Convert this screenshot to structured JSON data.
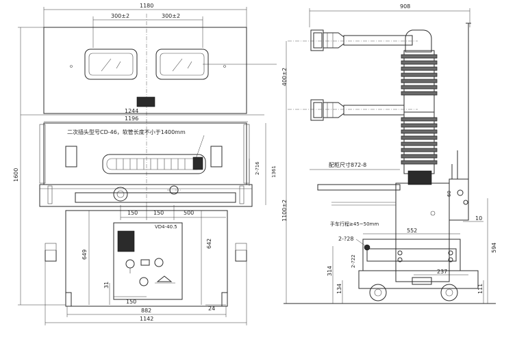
{
  "front_view": {
    "overall_width": "1180",
    "window_spacing_left": "300±2",
    "window_spacing_right": "300±2",
    "width_1244": "1244",
    "width_1196": "1196",
    "plug_note": "二次插头型号CD-46，软管长度不小于1400mm",
    "dim_2_716": "2-?16",
    "dim_1361": "1361",
    "height_1600": "1600",
    "dim_150_a": "150",
    "dim_150_b": "150",
    "dim_500": "500",
    "dim_649": "649",
    "dim_642": "642",
    "dim_31": "31",
    "dim_150_c": "150",
    "dim_24": "24",
    "dim_882": "882",
    "dim_1142": "1142",
    "nameplate_text": "VD4-40.5"
  },
  "side_view": {
    "overall_depth": "908",
    "dim_400": "400±2",
    "phase_distance_note": "配柜尺寸872-8",
    "dim_1100": "1100±2",
    "dim_60": "60",
    "dim_10": "10",
    "stroke_note": "手车行程≥45~50mm",
    "dim_552": "552",
    "dim_2_28": "2-?28",
    "dim_2_22": "2-?22",
    "dim_594": "594",
    "dim_314": "314",
    "dim_134": "134",
    "dim_237": "237",
    "dim_111": "111"
  }
}
